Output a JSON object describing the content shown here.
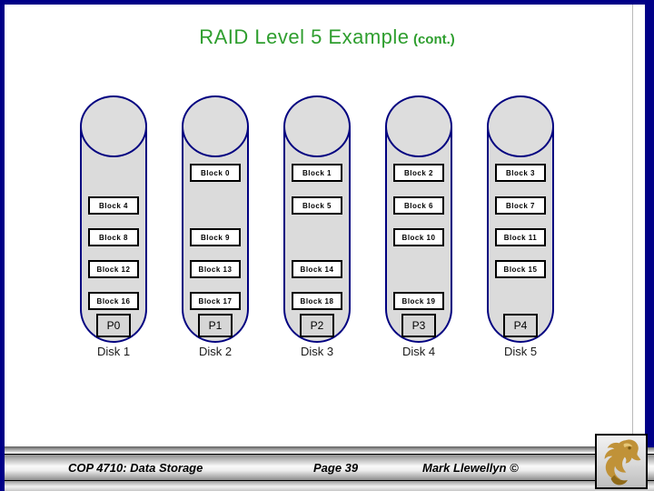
{
  "title": {
    "main": "RAID Level 5 Example",
    "suffix": "(cont.)"
  },
  "diagram": {
    "disks": [
      {
        "name": "Disk 1",
        "parity": "P0",
        "blocks": [
          {
            "label": "Block 4",
            "row": 2
          },
          {
            "label": "Block 8",
            "row": 3
          },
          {
            "label": "Block 12",
            "row": 4
          },
          {
            "label": "Block 16",
            "row": 5
          }
        ]
      },
      {
        "name": "Disk 2",
        "parity": "P1",
        "blocks": [
          {
            "label": "Block 0",
            "row": 1
          },
          {
            "label": "Block 9",
            "row": 3
          },
          {
            "label": "Block 13",
            "row": 4
          },
          {
            "label": "Block 17",
            "row": 5
          }
        ]
      },
      {
        "name": "Disk 3",
        "parity": "P2",
        "blocks": [
          {
            "label": "Block 1",
            "row": 1
          },
          {
            "label": "Block 5",
            "row": 2
          },
          {
            "label": "Block 14",
            "row": 4
          },
          {
            "label": "Block 18",
            "row": 5
          }
        ]
      },
      {
        "name": "Disk 4",
        "parity": "P3",
        "blocks": [
          {
            "label": "Block 2",
            "row": 1
          },
          {
            "label": "Block 6",
            "row": 2
          },
          {
            "label": "Block 10",
            "row": 3
          },
          {
            "label": "Block 19",
            "row": 5
          }
        ]
      },
      {
        "name": "Disk 5",
        "parity": "P4",
        "blocks": [
          {
            "label": "Block 3",
            "row": 1
          },
          {
            "label": "Block 7",
            "row": 2
          },
          {
            "label": "Block 11",
            "row": 3
          },
          {
            "label": "Block 15",
            "row": 4
          }
        ]
      }
    ]
  },
  "footer": {
    "course": "COP 4710: Data Storage",
    "page": "Page 39",
    "author": "Mark Llewellyn ©"
  },
  "icons": {
    "logo": "ucf-pegasus-logo"
  },
  "colors": {
    "title_green": "#2E9E2E",
    "border_navy": "#000087",
    "cylinder_outline_navy": "#000080",
    "cylinder_gray": "#dbdbdb",
    "logo_gold": "#c09238"
  }
}
